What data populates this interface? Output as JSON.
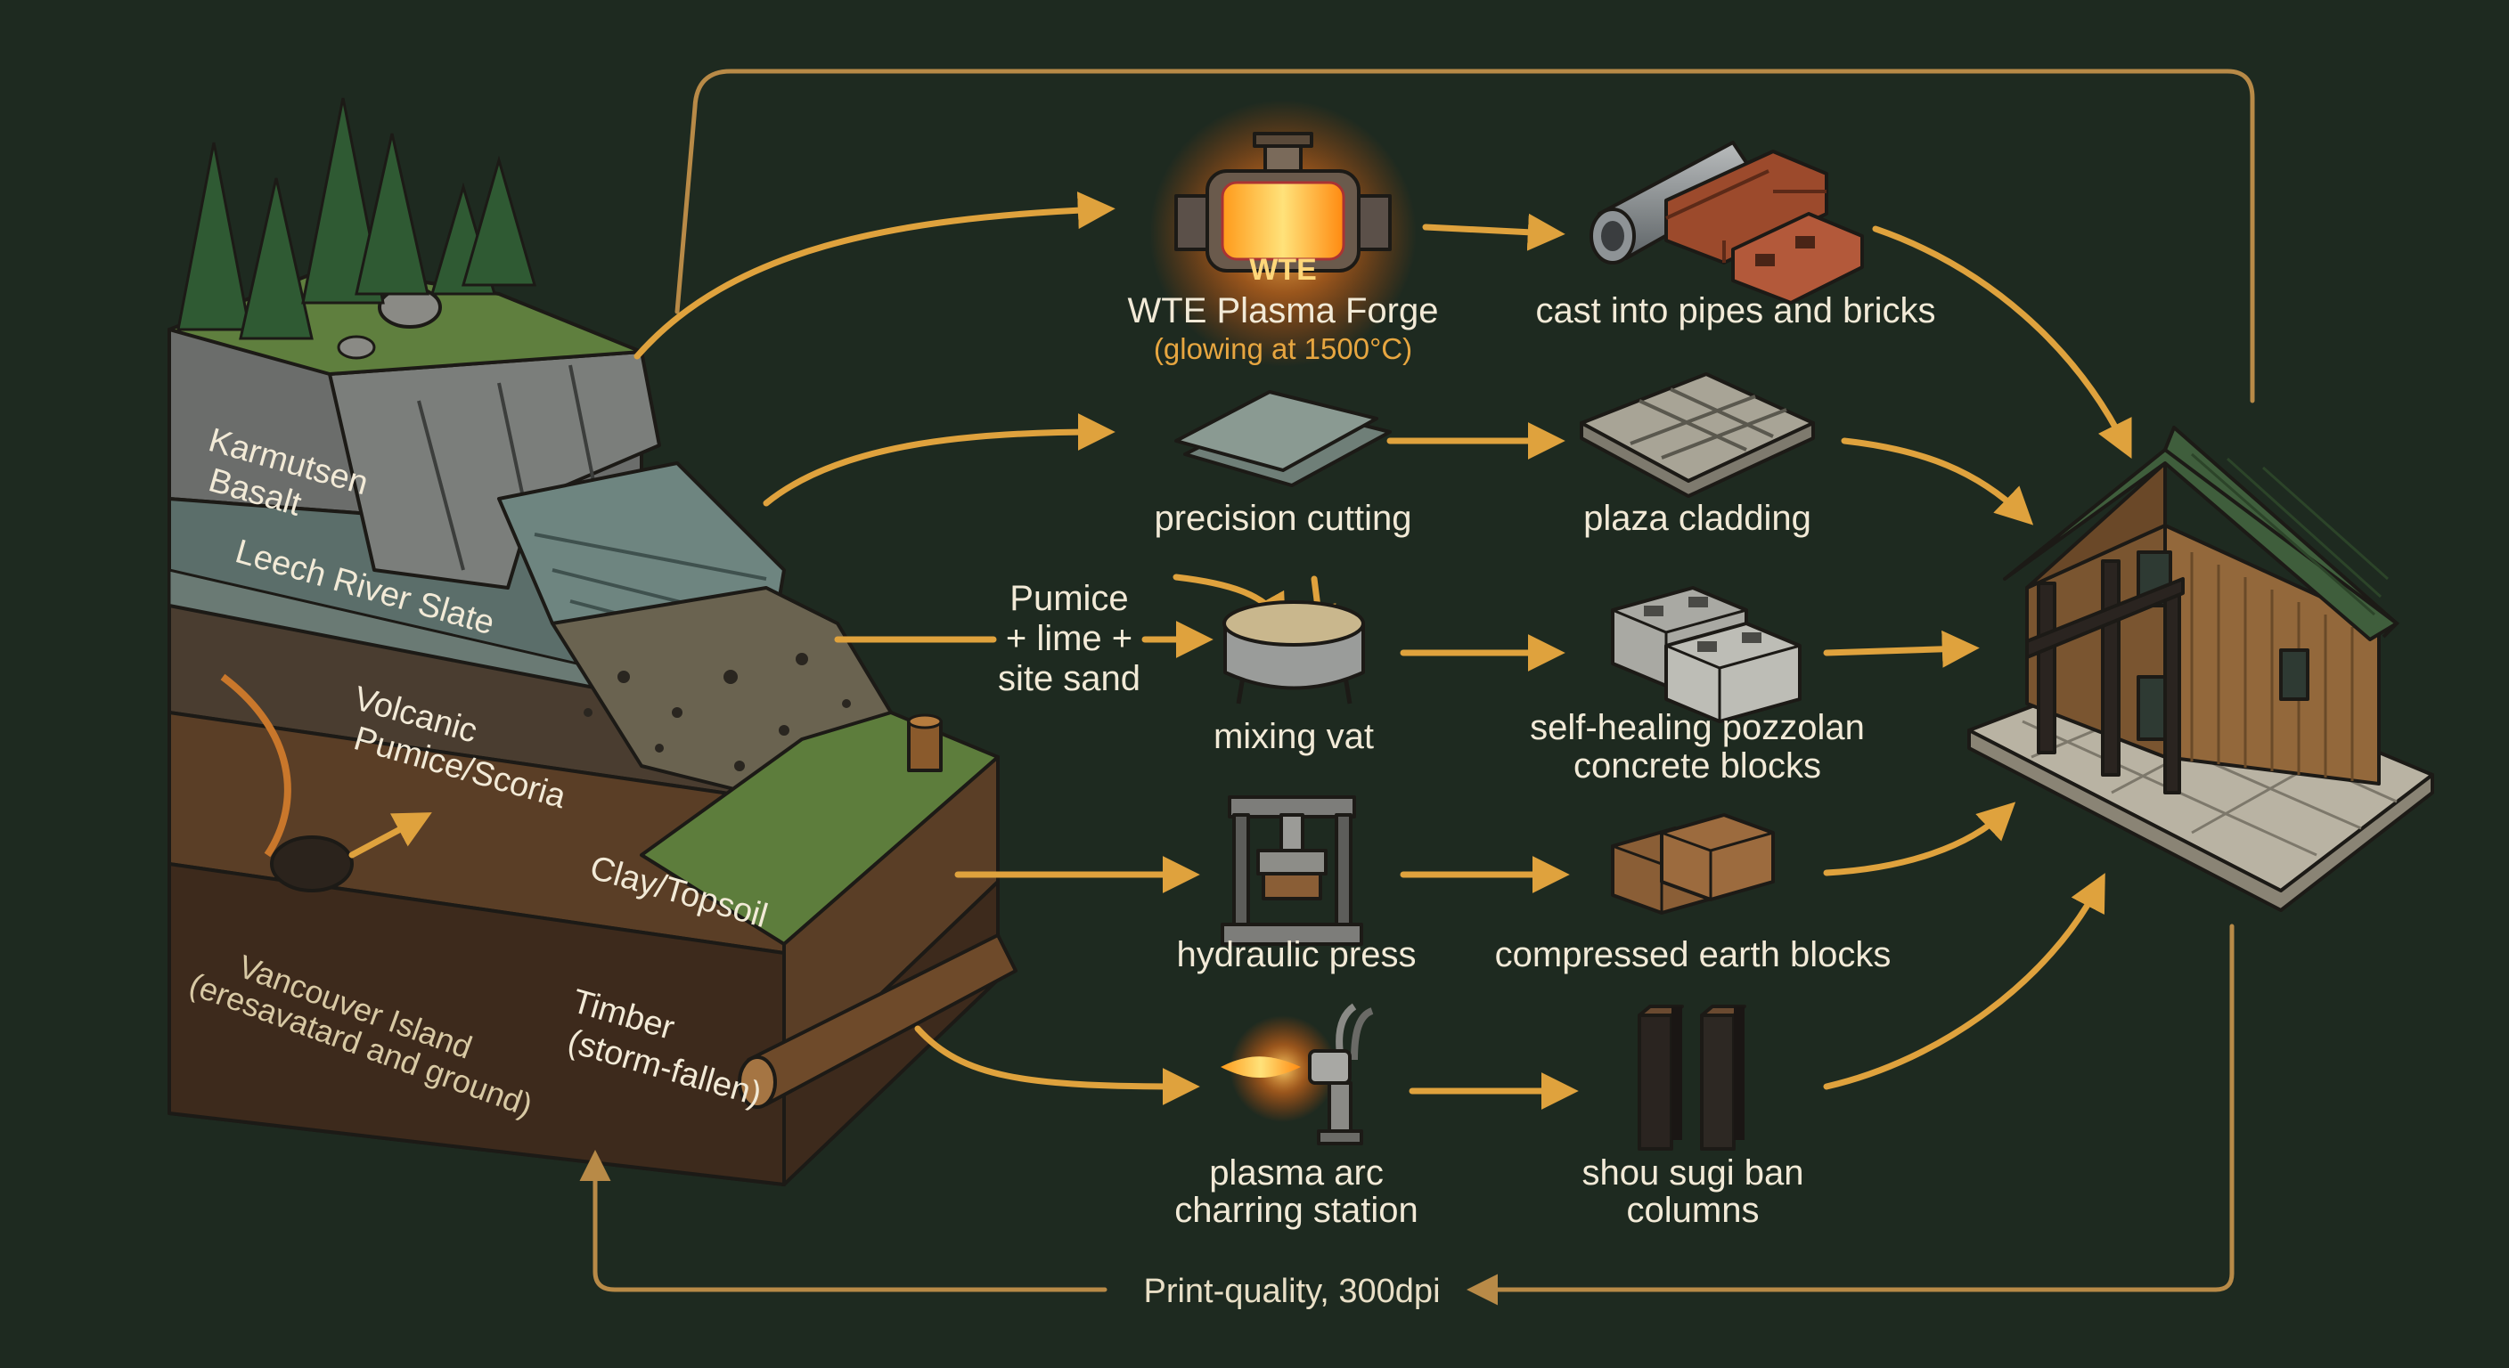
{
  "colors": {
    "background": "#1e2a20",
    "arrow": "#dfa23d",
    "loop_line": "#b88a47",
    "label_text": "#f2ead7",
    "accent_text": "#e7a640"
  },
  "geology": {
    "layers": [
      {
        "label_lines": [
          "Karmutsen",
          "Basalt"
        ]
      },
      {
        "label_lines": [
          "Leech River Slate"
        ]
      },
      {
        "label_lines": [
          "Volcanic",
          "Pumice/Scoria"
        ]
      },
      {
        "label_lines": [
          "Clay/Topsoil"
        ]
      },
      {
        "label_lines": [
          "Timber",
          "(storm-fallen)"
        ]
      }
    ],
    "site_lines": [
      "Vancouver Island",
      "(eresavatard and ground)"
    ]
  },
  "inputs": {
    "pumice_mix_lines": [
      "Pumice",
      "+ lime +",
      "site sand"
    ]
  },
  "processes": [
    {
      "label_lines": [
        "WTE Plasma Forge"
      ],
      "note": "(glowing at 1500°C)",
      "badge": "WTE",
      "icon": "furnace-icon"
    },
    {
      "label_lines": [
        "precision cutting"
      ],
      "icon": "slate-slab-icon"
    },
    {
      "label_lines": [
        "mixing vat"
      ],
      "icon": "mixing-vat-icon"
    },
    {
      "label_lines": [
        "hydraulic press"
      ],
      "icon": "hydraulic-press-icon"
    },
    {
      "label_lines": [
        "plasma arc",
        "charring station"
      ],
      "icon": "plasma-torch-icon"
    }
  ],
  "products": [
    {
      "label_lines": [
        "cast into pipes and bricks"
      ],
      "icon": "pipes-and-bricks-icon"
    },
    {
      "label_lines": [
        "plaza cladding"
      ],
      "icon": "cladding-tiles-icon"
    },
    {
      "label_lines": [
        "self-healing pozzolan",
        "concrete blocks"
      ],
      "icon": "concrete-blocks-icon"
    },
    {
      "label_lines": [
        "compressed earth blocks"
      ],
      "icon": "earth-blocks-icon"
    },
    {
      "label_lines": [
        "shou sugi ban",
        "columns"
      ],
      "icon": "charred-columns-icon"
    }
  ],
  "output": {
    "icon": "house-icon"
  },
  "footer": {
    "label": "Print-quality, 300dpi"
  }
}
